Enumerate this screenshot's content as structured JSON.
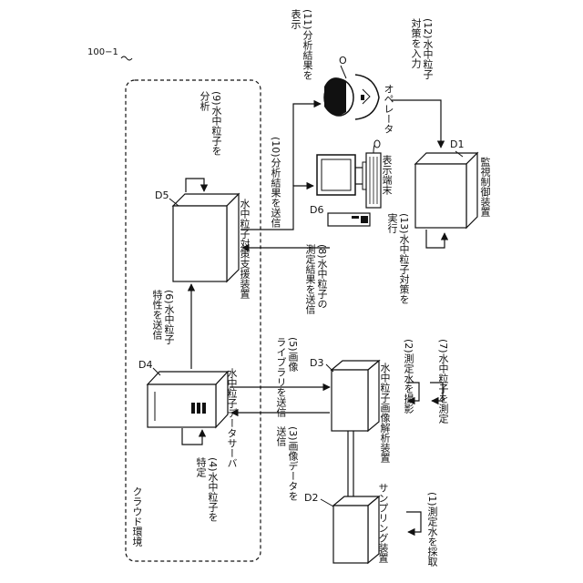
{
  "figure_id": "100−1",
  "cloud": {
    "label": "クラウド環境"
  },
  "devices": {
    "d2": {
      "ref": "D2",
      "name": "サンプリング装置"
    },
    "d3": {
      "ref": "D3",
      "name": "水中粒子画像解析装置"
    },
    "d4": {
      "ref": "D4",
      "name": "水中粒子データサーバ"
    },
    "d5": {
      "ref": "D5",
      "name": "水中粒子対策支援装置"
    },
    "d6": {
      "ref": "D6",
      "name": "表示端末"
    },
    "d1": {
      "ref": "D1",
      "name": "監視制御装置"
    },
    "operator": {
      "ref": "O",
      "name": "オペレータ"
    }
  },
  "steps": {
    "s1": "(1)測定水を採取",
    "s2": "(2)測定水を撮影",
    "s3": "(3)画像データを\n送信",
    "s4": "(4)水中粒子を\n特定",
    "s5": "(5)画像\nライブラリを送信",
    "s6": "(6)水中粒子\n特性を送信",
    "s7": "(7)水中粒子を測定",
    "s8": "(8)水中粒子の\n測定結果を送信",
    "s9": "(9)水中粒子を\n分析",
    "s10": "(10)分析結果を送信",
    "s11": "(11)分析結果を\n表示",
    "s12": "(12)水中粒子\n対策を入力",
    "s13": "(13)水中粒子対策を\n実行"
  },
  "colors": {
    "line": "#111111",
    "background": "#ffffff"
  }
}
